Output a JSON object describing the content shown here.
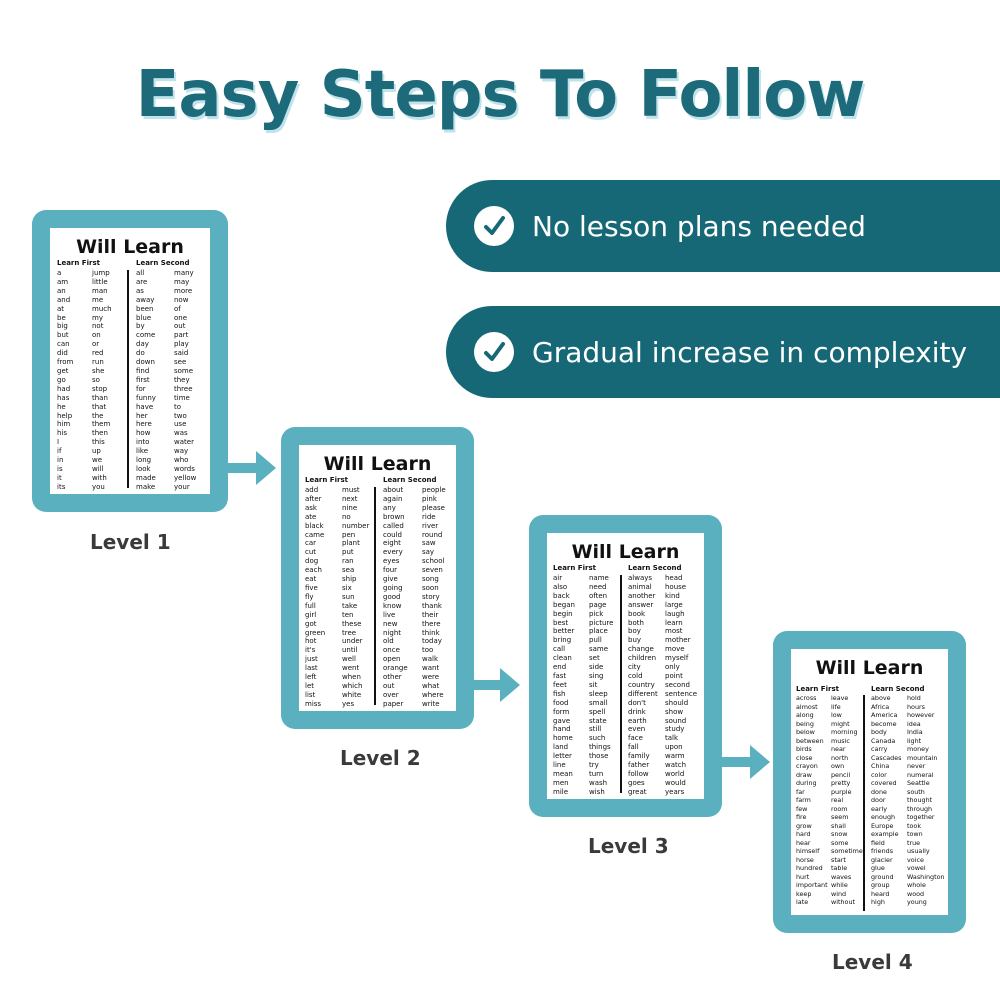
{
  "title": "Easy Steps To Follow",
  "colors": {
    "accent_dark": "#176877",
    "accent_light": "#5ab0bf",
    "title": "#1c6a7a"
  },
  "features": [
    {
      "label": "No lesson plans needed",
      "icon": "check-icon"
    },
    {
      "label": "Gradual increase in complexity",
      "icon": "check-icon"
    }
  ],
  "sheet_title": "Will Learn",
  "learn_first_label": "Learn First",
  "learn_second_label": "Learn Second",
  "levels": [
    {
      "label": "Level 1",
      "first_a": [
        "a",
        "am",
        "an",
        "and",
        "at",
        "be",
        "big",
        "but",
        "can",
        "did",
        "from",
        "get",
        "go",
        "had",
        "has",
        "he",
        "help",
        "him",
        "his",
        "I",
        "if",
        "in",
        "is",
        "it",
        "its"
      ],
      "first_b": [
        "jump",
        "little",
        "man",
        "me",
        "much",
        "my",
        "not",
        "on",
        "or",
        "red",
        "run",
        "she",
        "so",
        "stop",
        "than",
        "that",
        "the",
        "them",
        "then",
        "this",
        "up",
        "we",
        "will",
        "with",
        "you"
      ],
      "second_a": [
        "all",
        "are",
        "as",
        "away",
        "been",
        "blue",
        "by",
        "come",
        "day",
        "do",
        "down",
        "find",
        "first",
        "for",
        "funny",
        "have",
        "her",
        "here",
        "how",
        "into",
        "like",
        "long",
        "look",
        "made",
        "make"
      ],
      "second_b": [
        "many",
        "may",
        "more",
        "now",
        "of",
        "one",
        "out",
        "part",
        "play",
        "said",
        "see",
        "some",
        "they",
        "three",
        "time",
        "to",
        "two",
        "use",
        "was",
        "water",
        "way",
        "who",
        "words",
        "yellow",
        "your"
      ]
    },
    {
      "label": "Level 2",
      "first_a": [
        "add",
        "after",
        "ask",
        "ate",
        "black",
        "came",
        "car",
        "cut",
        "dog",
        "each",
        "eat",
        "five",
        "fly",
        "full",
        "girl",
        "got",
        "green",
        "hot",
        "it's",
        "just",
        "last",
        "left",
        "let",
        "list",
        "miss"
      ],
      "first_b": [
        "must",
        "next",
        "nine",
        "no",
        "number",
        "pen",
        "plant",
        "put",
        "ran",
        "sea",
        "ship",
        "six",
        "sun",
        "take",
        "ten",
        "these",
        "tree",
        "under",
        "until",
        "well",
        "went",
        "when",
        "which",
        "white",
        "yes"
      ],
      "second_a": [
        "about",
        "again",
        "any",
        "brown",
        "called",
        "could",
        "eight",
        "every",
        "eyes",
        "four",
        "give",
        "going",
        "good",
        "know",
        "live",
        "new",
        "night",
        "old",
        "once",
        "open",
        "orange",
        "other",
        "out",
        "over",
        "paper"
      ],
      "second_b": [
        "people",
        "pink",
        "please",
        "ride",
        "river",
        "round",
        "saw",
        "say",
        "school",
        "seven",
        "song",
        "soon",
        "story",
        "thank",
        "their",
        "there",
        "think",
        "today",
        "too",
        "walk",
        "want",
        "were",
        "what",
        "where",
        "write"
      ]
    },
    {
      "label": "Level 3",
      "first_a": [
        "air",
        "also",
        "back",
        "began",
        "begin",
        "best",
        "better",
        "bring",
        "call",
        "clean",
        "end",
        "fast",
        "feet",
        "fish",
        "food",
        "form",
        "gave",
        "hand",
        "home",
        "land",
        "letter",
        "line",
        "mean",
        "men",
        "mile"
      ],
      "first_b": [
        "name",
        "need",
        "often",
        "page",
        "pick",
        "picture",
        "place",
        "pull",
        "same",
        "set",
        "side",
        "sing",
        "sit",
        "sleep",
        "small",
        "spell",
        "state",
        "still",
        "such",
        "things",
        "those",
        "try",
        "turn",
        "wash",
        "wish"
      ],
      "second_a": [
        "always",
        "animal",
        "another",
        "answer",
        "book",
        "both",
        "boy",
        "buy",
        "change",
        "children",
        "city",
        "cold",
        "country",
        "different",
        "don't",
        "drink",
        "earth",
        "even",
        "face",
        "fall",
        "family",
        "father",
        "follow",
        "goes",
        "great"
      ],
      "second_b": [
        "head",
        "house",
        "kind",
        "large",
        "laugh",
        "learn",
        "most",
        "mother",
        "move",
        "myself",
        "only",
        "point",
        "second",
        "sentence",
        "should",
        "show",
        "sound",
        "study",
        "talk",
        "upon",
        "warm",
        "watch",
        "world",
        "would",
        "years"
      ]
    },
    {
      "label": "Level 4",
      "first_a": [
        "across",
        "almost",
        "along",
        "being",
        "below",
        "between",
        "birds",
        "close",
        "crayon",
        "draw",
        "during",
        "far",
        "farm",
        "few",
        "fire",
        "grow",
        "hard",
        "hear",
        "himself",
        "horse",
        "hundred",
        "hurt",
        "important",
        "keep",
        "late"
      ],
      "first_b": [
        "leave",
        "life",
        "low",
        "might",
        "morning",
        "music",
        "near",
        "north",
        "own",
        "pencil",
        "pretty",
        "purple",
        "real",
        "room",
        "seem",
        "shall",
        "snow",
        "some",
        "sometime",
        "start",
        "table",
        "waves",
        "while",
        "wind",
        "without"
      ],
      "second_a": [
        "above",
        "Africa",
        "America",
        "become",
        "body",
        "Canada",
        "carry",
        "Cascades",
        "China",
        "color",
        "covered",
        "done",
        "door",
        "early",
        "enough",
        "Europe",
        "example",
        "field",
        "friends",
        "glacier",
        "glue",
        "ground",
        "group",
        "heard",
        "high"
      ],
      "second_b": [
        "hold",
        "hours",
        "however",
        "idea",
        "India",
        "light",
        "money",
        "mountain",
        "never",
        "numeral",
        "Seattle",
        "south",
        "thought",
        "through",
        "together",
        "took",
        "town",
        "true",
        "usually",
        "voice",
        "vowel",
        "Washington",
        "whole",
        "wood",
        "young"
      ]
    }
  ]
}
